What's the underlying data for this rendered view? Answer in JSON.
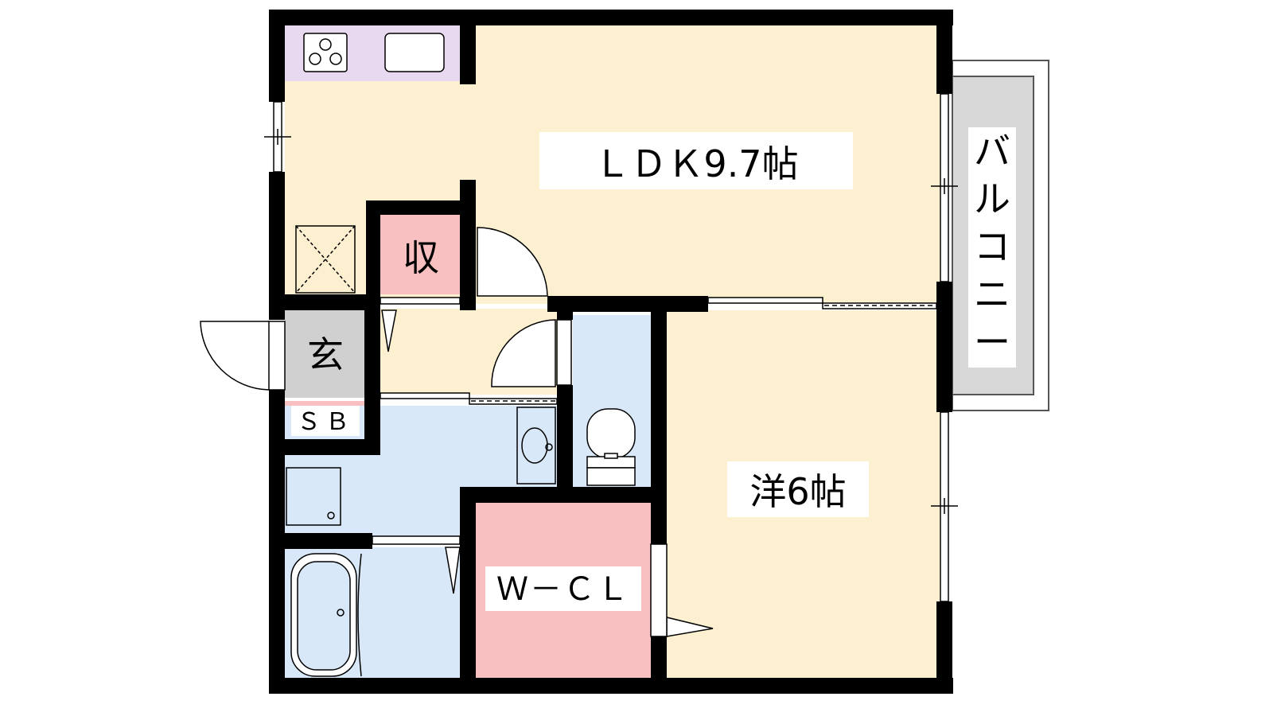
{
  "rooms": {
    "ldk": "ＬＤＫ9.7帖",
    "western": "洋6帖",
    "storage": "収",
    "entrance": "玄",
    "shoebox": "ＳＢ",
    "closet": "Ｗ－ＣＬ",
    "balcony": [
      "バ",
      "ル",
      "コ",
      "ニ",
      "ー"
    ]
  },
  "colors": {
    "wall": "#000000",
    "wood_floor": "#fdf0d0",
    "wet_area": "#d8e8f8",
    "storage": "#f8c0c0",
    "kitchen": "#e8d8f0",
    "balcony": "#d8d8d8",
    "entrance": "#d0d0d0"
  }
}
